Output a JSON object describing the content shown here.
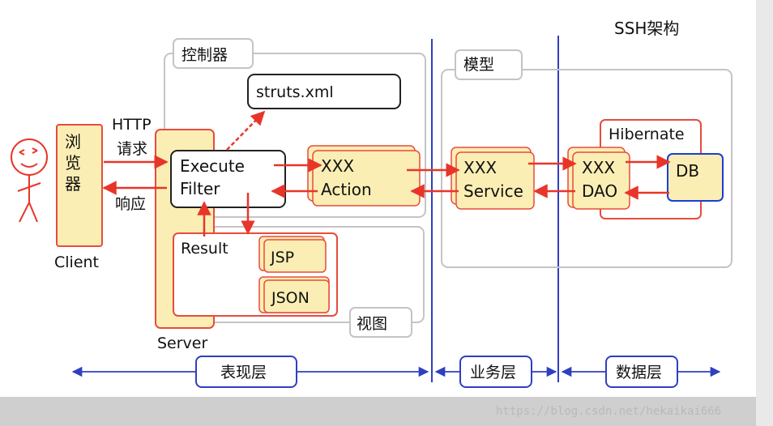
{
  "title": "SSH架构",
  "client": {
    "label": "Client",
    "browser": [
      "浏",
      "览",
      "器"
    ]
  },
  "http": {
    "line1": "HTTP",
    "line2": "请求",
    "response": "响应"
  },
  "server": {
    "label": "Server"
  },
  "controller": {
    "label": "控制器",
    "config": "struts.xml",
    "filter": [
      "Execute",
      "Filter"
    ],
    "action": [
      "XXX",
      "Action"
    ]
  },
  "view": {
    "label": "视图",
    "result": "Result",
    "jsp": "JSP",
    "json": "JSON"
  },
  "model": {
    "label": "模型",
    "service": [
      "XXX",
      "Service"
    ]
  },
  "data": {
    "hibernate": "Hibernate",
    "dao": [
      "XXX",
      "DAO"
    ],
    "db": "DB"
  },
  "layers": {
    "presentation": "表现层",
    "business": "业务层",
    "data": "数据层"
  },
  "watermark": "https://blog.csdn.net/hekaikai666",
  "colors": {
    "arrow": "#e8352a",
    "box_fill": "#fbeeb4",
    "box_stroke": "#e84b3c",
    "frame": "#c4c4c4",
    "divider": "#2f3fbf",
    "db_stroke": "#1a3fd6",
    "footer": "#cfcfcf"
  }
}
